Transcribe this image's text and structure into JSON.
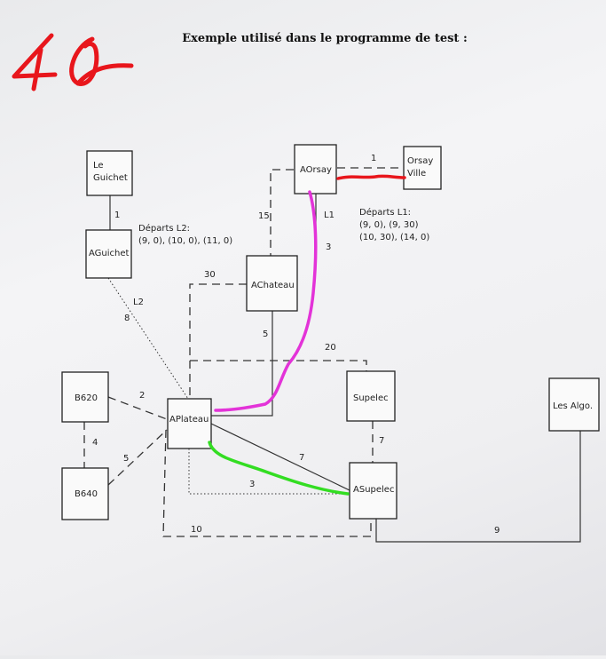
{
  "handwritten_mark": "40",
  "title": "Exemple utilisé dans le programme de test :",
  "nodes": {
    "le_guichet": [
      "Le",
      "Guichet"
    ],
    "aguichet": [
      "AGuichet"
    ],
    "aorsay": [
      "AOrsay"
    ],
    "orsay_ville": [
      "Orsay",
      "Ville"
    ],
    "achateau": [
      "AChateau"
    ],
    "b620": [
      "B620"
    ],
    "b640": [
      "B640"
    ],
    "aplateau": [
      "APlateau"
    ],
    "supelec": [
      "Supelec"
    ],
    "asupelec": [
      "ASupelec"
    ],
    "les_algo": [
      "Les Algo."
    ]
  },
  "edge_labels": {
    "guichet_aguichet": "1",
    "aorsay_orsayville": "1",
    "aorsay_achateau": "15",
    "l1_line": "L1",
    "l1_weight": "3",
    "achateau_aplateau_dash": "30",
    "achateau_aplateau": "5",
    "aguichet_aplateau_line": "L2",
    "aguichet_aplateau_weight": "8",
    "plateau_supelec_dash": "20",
    "b620_aplateau": "2",
    "b620_b640": "4",
    "b640_aplateau": "5",
    "aplateau_asupelec": "7",
    "supelec_asupelec": "7",
    "aplateau_asupelec_dotted": "3",
    "aplateau_asupelec_dash": "10",
    "asupelec_lesalgo": "9"
  },
  "departures": {
    "l2": [
      "Départs L2:",
      "(9, 0), (10, 0), (11, 0)"
    ],
    "l1": [
      "Départs L1:",
      "(9, 0), (9, 30)",
      "(10, 30), (14, 0)"
    ]
  },
  "colors": {
    "handwriting_red": "#e8161c",
    "path_red": "#e8161c",
    "path_magenta": "#e333d8",
    "path_green": "#33dd22"
  }
}
